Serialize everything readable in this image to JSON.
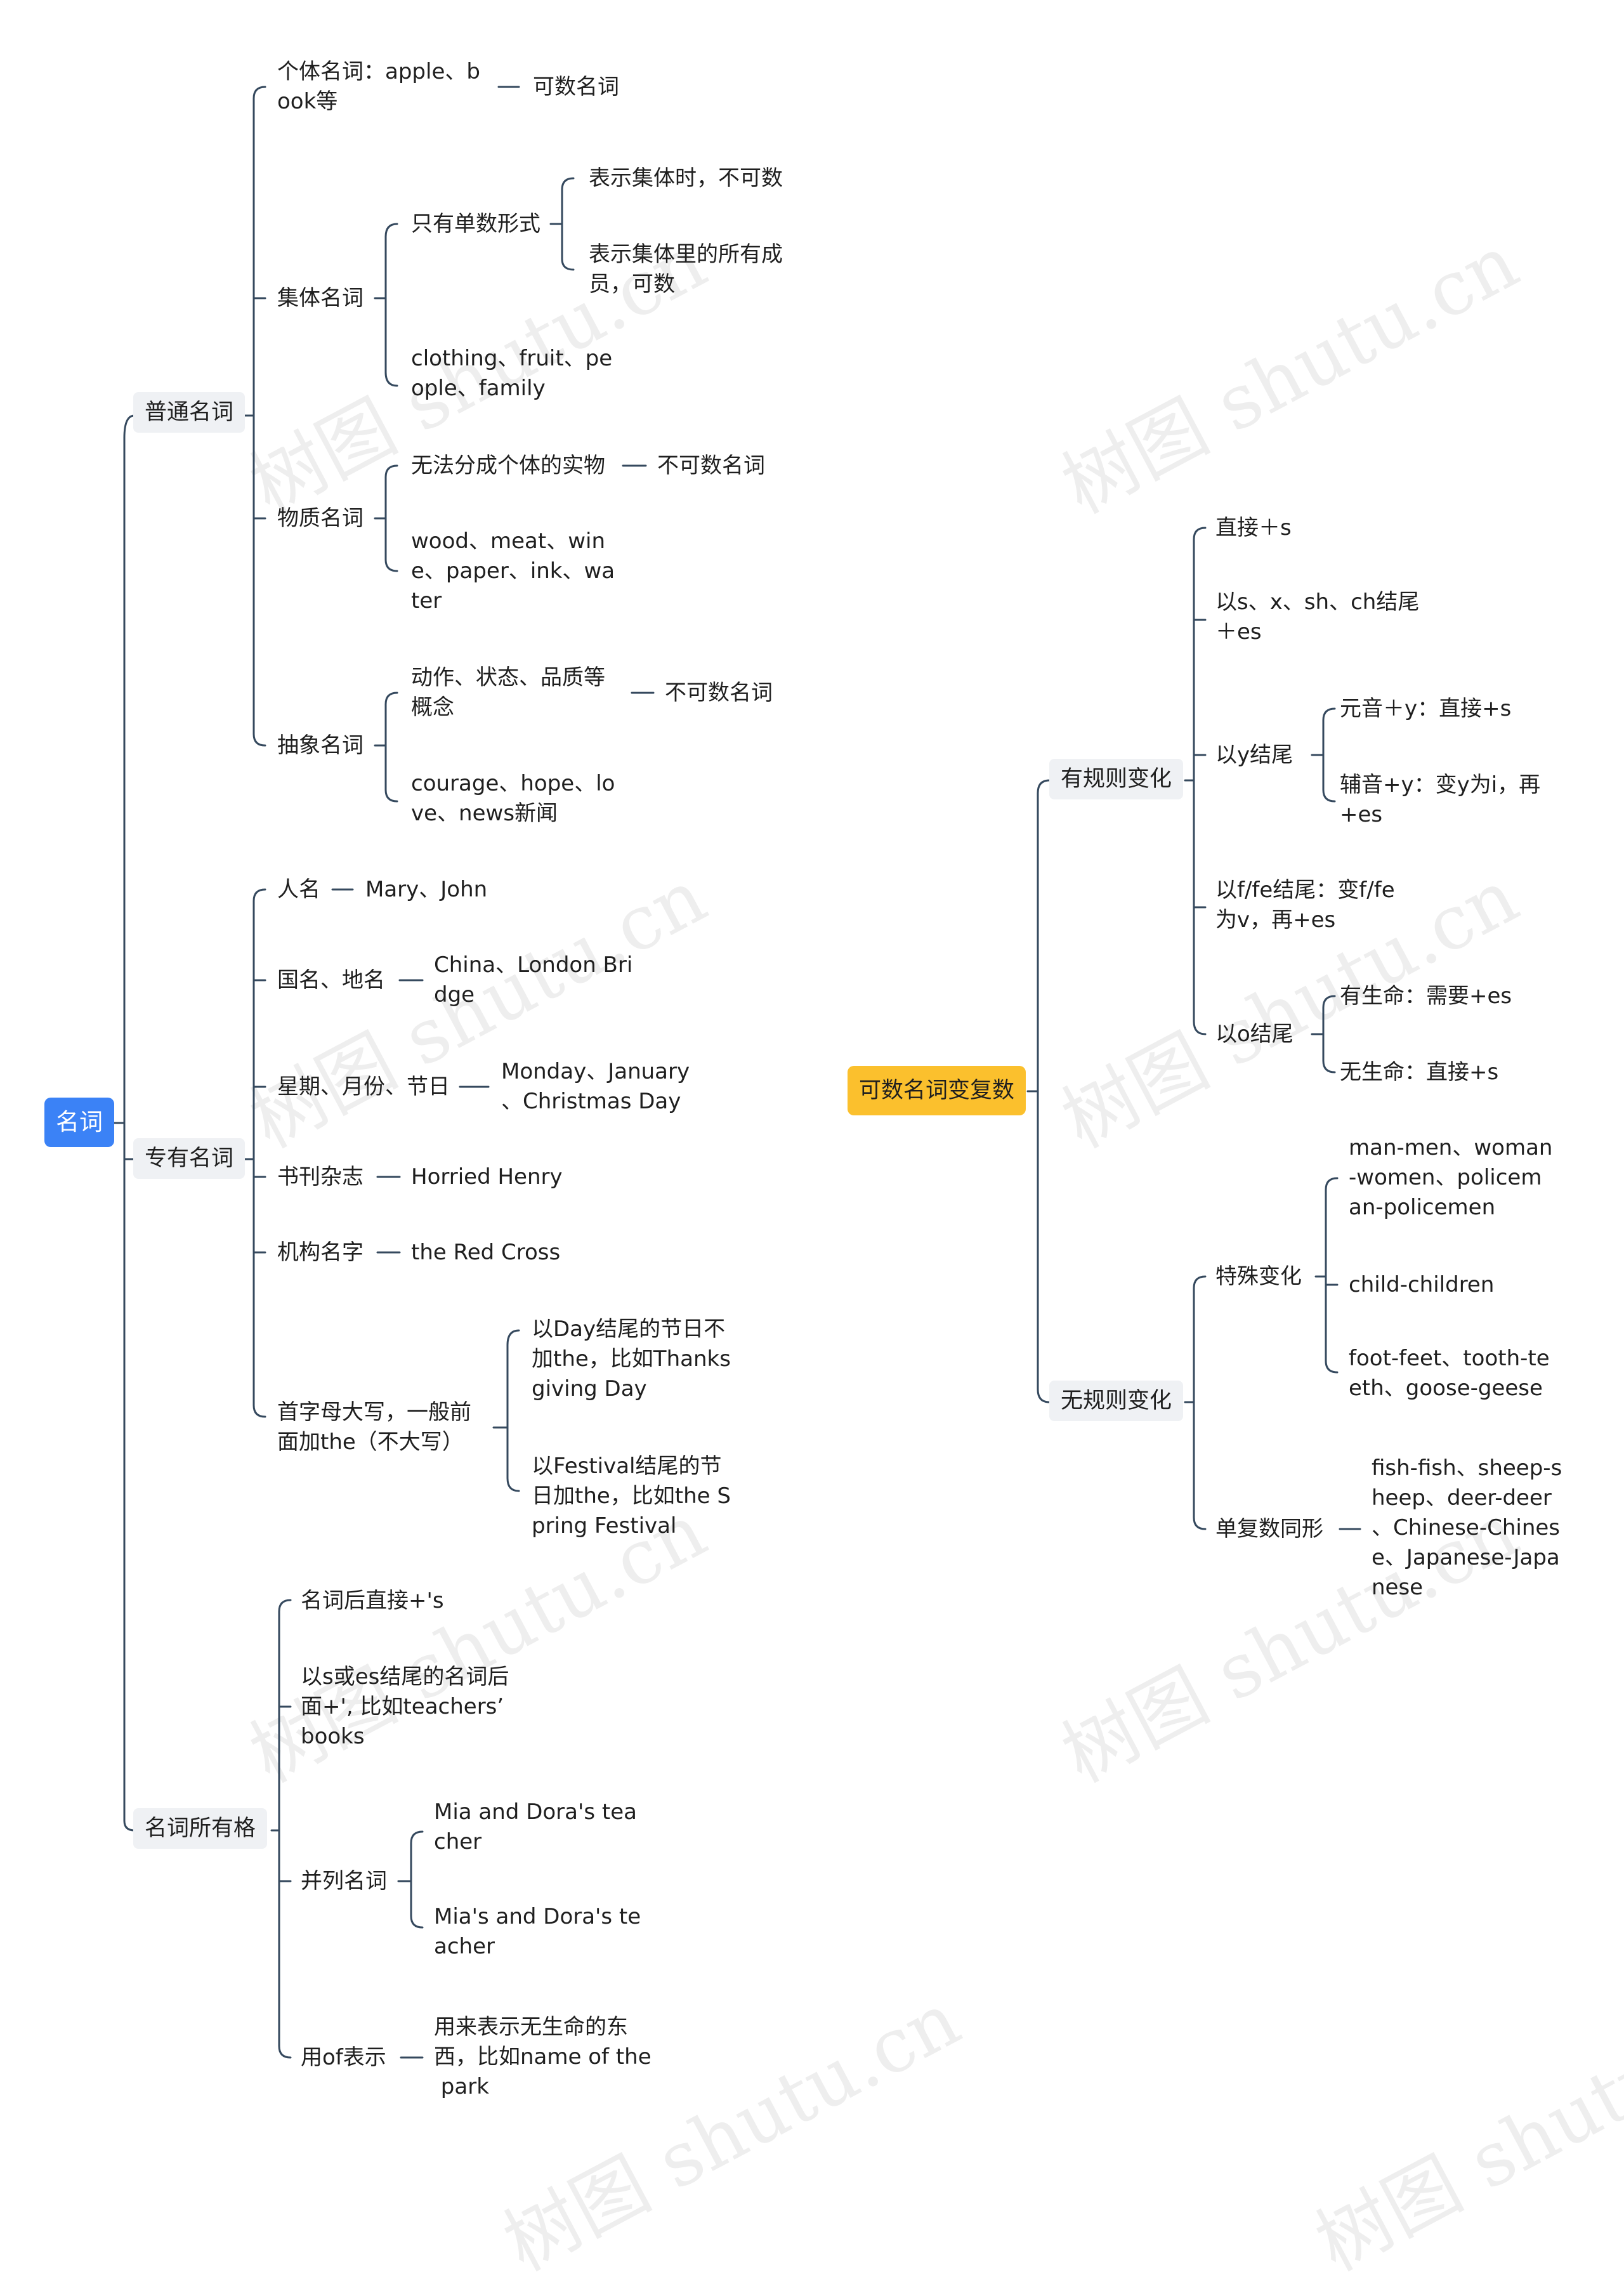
{
  "watermark": "树图 shutu.cn",
  "root": {
    "label": "名词",
    "putong": {
      "label": "普通名词",
      "geti": {
        "label": "个体名词：apple、b\nook等",
        "leaf": "可数名词"
      },
      "jiti": {
        "label": "集体名词",
        "dan": {
          "label": "只有单数形式",
          "a": "表示集体时，不可数",
          "b": "表示集体里的所有成\n员，可数"
        },
        "ex": "clothing、fruit、pe\nople、family"
      },
      "wuzhi": {
        "label": "物质名词",
        "a": {
          "label": "无法分成个体的实物",
          "leaf": "不可数名词"
        },
        "ex": "wood、meat、win\ne、paper、ink、wa\nter"
      },
      "chouxiang": {
        "label": "抽象名词",
        "a": {
          "label": "动作、状态、品质等\n概念",
          "leaf": "不可数名词"
        },
        "ex": "courage、hope、lo\nve、news新闻"
      }
    },
    "zhuanyou": {
      "label": "专有名词",
      "renming": {
        "label": "人名",
        "leaf": "Mary、John"
      },
      "guoming": {
        "label": "国名、地名",
        "leaf": "China、London Bri\ndge"
      },
      "xingqi": {
        "label": "星期、月份、节日",
        "leaf": "Monday、January\n、Christmas Day"
      },
      "shukan": {
        "label": "书刊杂志",
        "leaf": "Horried Henry"
      },
      "jigou": {
        "label": "机构名字",
        "leaf": "the Red Cross"
      },
      "shouzimu": {
        "label": "首字母大写，一般前\n面加the（不大写）",
        "a": "以Day结尾的节日不\n加the，比如Thanks\ngiving Day",
        "b": "以Festival结尾的节\n日加the，比如the S\npring Festival"
      }
    },
    "suoyouge": {
      "label": "名词所有格",
      "a": "名词后直接+'s",
      "b": "以s或es结尾的名词后\n面+', 比如teachers’\nbooks",
      "binglie": {
        "label": "并列名词",
        "a": "Mia and Dora's tea\ncher",
        "b": "Mia's and Dora's te\nacher"
      },
      "of": {
        "label": "用of表示",
        "leaf": "用来表示无生命的东\n西，比如name of the\n park"
      }
    }
  },
  "root2": {
    "label": "可数名词变复数",
    "youguize": {
      "label": "有规则变化",
      "a": "直接＋s",
      "b": "以s、x、sh、ch结尾\n＋es",
      "y": {
        "label": "以y结尾",
        "a": "元音＋y：直接+s",
        "b": "辅音+y：变y为i，再\n+es"
      },
      "f": "以f/fe结尾：变f/fe\n为v，再+es",
      "o": {
        "label": "以o结尾",
        "a": "有生命：需要+es",
        "b": "无生命：直接+s"
      }
    },
    "wuguize": {
      "label": "无规则变化",
      "teshu": {
        "label": "特殊变化",
        "a": "man-men、woman\n-women、policem\nan-policemen",
        "b": "child-children",
        "c": "foot-feet、tooth-te\neth、goose-geese"
      },
      "tongxing": {
        "label": "单复数同形",
        "leaf": "fish-fish、sheep-s\nheep、deer-deer\n、Chinese-Chines\ne、Japanese-Japa\nnese"
      }
    }
  }
}
